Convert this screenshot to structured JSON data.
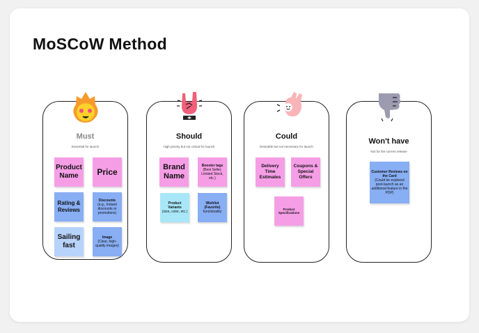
{
  "title": "MoSCoW Method",
  "columns": [
    {
      "heading": "Must",
      "subtitle": "Essential for launch",
      "icon": "fire-face-icon",
      "notes": [
        {
          "text": "Product Name",
          "color": "pink"
        },
        {
          "text": "Price",
          "color": "pink"
        },
        {
          "text": "Rating & Reviews",
          "color": "blue"
        },
        {
          "title": "Discounts",
          "text": "(e.g., Instant discounts or promotions)",
          "color": "blue"
        },
        {
          "text": "Sailing fast",
          "color": "lightblue"
        },
        {
          "title": "Image",
          "text": "(Clear, high-quality images)",
          "color": "blue"
        }
      ]
    },
    {
      "heading": "Should",
      "subtitle": "High priority but not critical for launch",
      "icon": "rock-hand-icon",
      "notes": [
        {
          "text": "Brand Name",
          "color": "pink"
        },
        {
          "title": "Booster tags",
          "text": "(Best Seller, Limited Stock, etc.)",
          "color": "pink"
        },
        {
          "title": "Product Variants",
          "text": "(size, color, etc.)",
          "color": "cyan"
        },
        {
          "title": "Wishlist (Favorite)",
          "text": "functionality",
          "color": "blue"
        }
      ]
    },
    {
      "heading": "Could",
      "subtitle": "Desirable but not necessary for launch",
      "icon": "ok-hand-icon",
      "notes": [
        {
          "text": "Delivery Time Estimates",
          "color": "pink"
        },
        {
          "text": "Coupons & Special Offers",
          "color": "pink"
        },
        {
          "text": "Product Specifications",
          "color": "pink"
        }
      ]
    },
    {
      "heading": "Won't have",
      "subtitle": "Not for the current release",
      "icon": "thumbs-down-icon",
      "notes": [
        {
          "title": "Customer Reviews on the Card",
          "text": "(Could be explored post-launch as an additional feature in the PDP)",
          "color": "blue"
        }
      ]
    }
  ]
}
